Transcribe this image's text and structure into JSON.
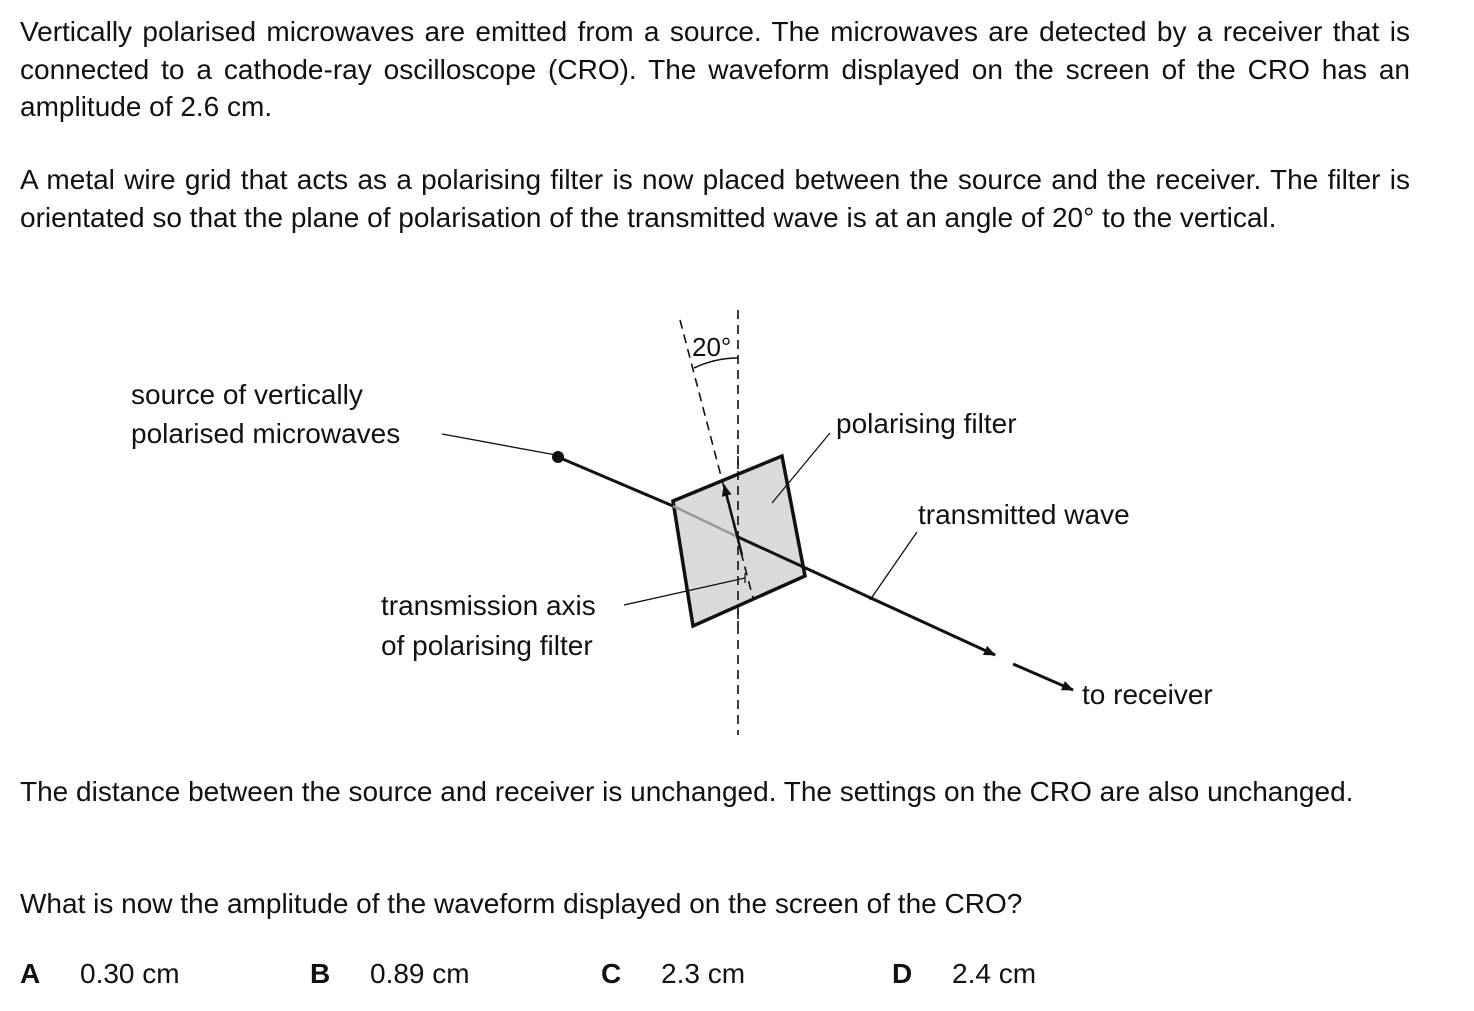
{
  "question": {
    "para1": "Vertically polarised microwaves are emitted from a source. The microwaves are detected by a receiver that is connected to a cathode-ray oscilloscope (CRO). The waveform displayed on the screen of the CRO has an amplitude of 2.6 cm.",
    "para2": "A metal wire grid that acts as a polarising filter is now placed between the source and the receiver. The filter is orientated so that the plane of polarisation of the transmitted wave is at an angle of 20° to the vertical.",
    "para3": "The distance between the source and receiver is unchanged. The settings on the CRO are also unchanged.",
    "prompt": "What is now the amplitude of the waveform displayed on the screen of the CRO?"
  },
  "diagram": {
    "angle_label": "20°",
    "source_label_1": "source of vertically",
    "source_label_2": "polarised microwaves",
    "filter_label": "polarising filter",
    "transmitted_label": "transmitted wave",
    "axis_label_1": "transmission axis",
    "axis_label_2": "of polarising filter",
    "receiver_label": "to receiver"
  },
  "options": [
    {
      "letter": "A",
      "value": "0.30 cm"
    },
    {
      "letter": "B",
      "value": "0.89 cm"
    },
    {
      "letter": "C",
      "value": "2.3 cm"
    },
    {
      "letter": "D",
      "value": "2.4 cm"
    }
  ]
}
